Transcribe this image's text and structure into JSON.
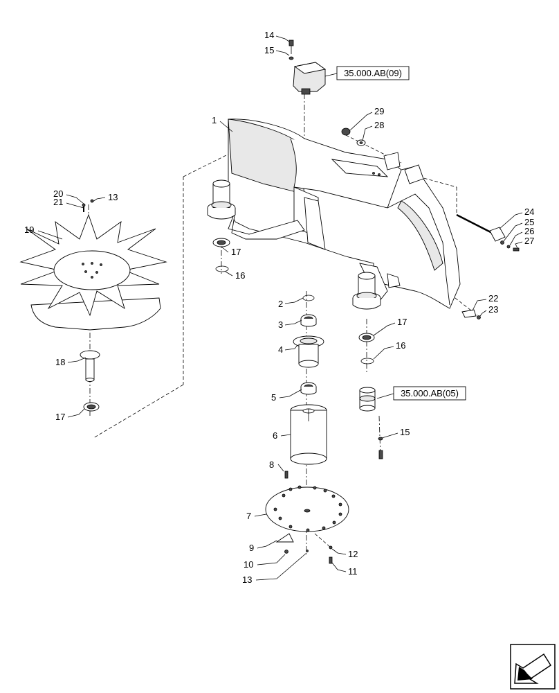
{
  "callouts": [
    {
      "id": "c14",
      "text": "14"
    },
    {
      "id": "c15a",
      "text": "15"
    },
    {
      "id": "c1",
      "text": "1"
    },
    {
      "id": "c29",
      "text": "29"
    },
    {
      "id": "c28",
      "text": "28"
    },
    {
      "id": "c20",
      "text": "20"
    },
    {
      "id": "c21",
      "text": "21"
    },
    {
      "id": "c13a",
      "text": "13"
    },
    {
      "id": "c19",
      "text": "19"
    },
    {
      "id": "c24",
      "text": "24"
    },
    {
      "id": "c25",
      "text": "25"
    },
    {
      "id": "c26",
      "text": "26"
    },
    {
      "id": "c27",
      "text": "27"
    },
    {
      "id": "c17a",
      "text": "17"
    },
    {
      "id": "c16a",
      "text": "16"
    },
    {
      "id": "c2",
      "text": "2"
    },
    {
      "id": "c22",
      "text": "22"
    },
    {
      "id": "c23",
      "text": "23"
    },
    {
      "id": "c3",
      "text": "3"
    },
    {
      "id": "c17b",
      "text": "17"
    },
    {
      "id": "c4",
      "text": "4"
    },
    {
      "id": "c16b",
      "text": "16"
    },
    {
      "id": "c18",
      "text": "18"
    },
    {
      "id": "c5",
      "text": "5"
    },
    {
      "id": "c17c",
      "text": "17"
    },
    {
      "id": "c15b",
      "text": "15"
    },
    {
      "id": "c6",
      "text": "6"
    },
    {
      "id": "c8",
      "text": "8"
    },
    {
      "id": "c7",
      "text": "7"
    },
    {
      "id": "c9",
      "text": "9"
    },
    {
      "id": "c12",
      "text": "12"
    },
    {
      "id": "c10",
      "text": "10"
    },
    {
      "id": "c11",
      "text": "11"
    },
    {
      "id": "c13b",
      "text": "13"
    }
  ],
  "references": {
    "top": "35.000.AB(09)",
    "right": "35.000.AB(05)"
  }
}
